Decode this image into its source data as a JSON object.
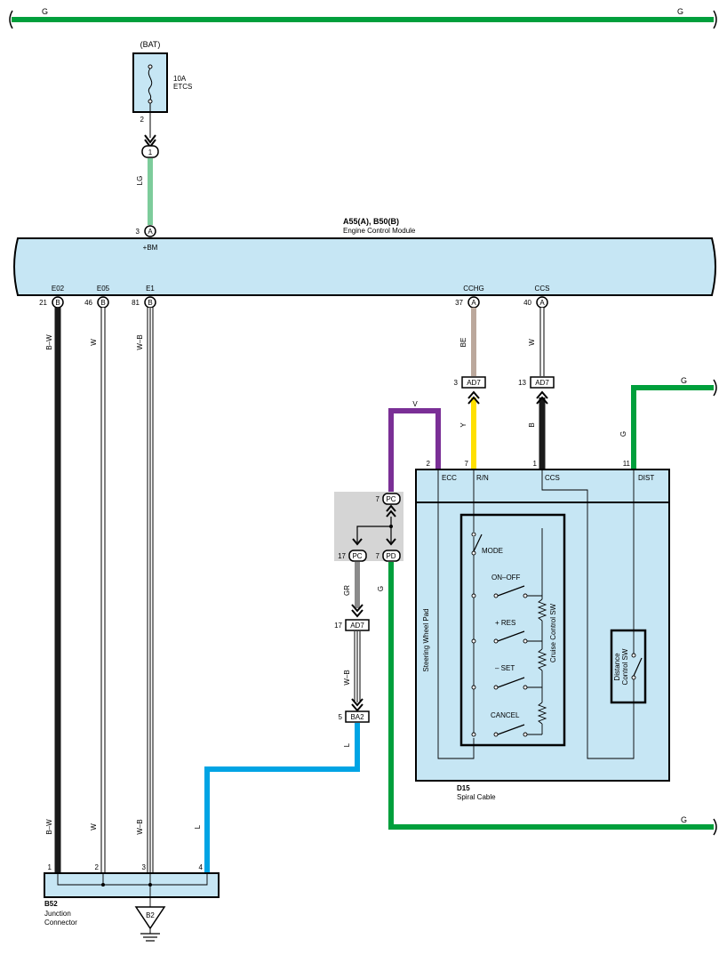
{
  "top_bus": {
    "left_label": "G",
    "right_label": "G"
  },
  "fuse": {
    "supply": "(BAT)",
    "rating": "10A",
    "name": "ETCS",
    "pin": "2"
  },
  "fuse_connector": {
    "pin": "1"
  },
  "wire_colors": {
    "LG": "LG",
    "BW": "B–W",
    "W": "W",
    "WB": "W–B",
    "BE": "BE",
    "Y": "Y",
    "B": "B",
    "V": "V",
    "G": "G",
    "GR": "GR",
    "L": "L"
  },
  "ecm": {
    "codes": "A55(A), B50(B)",
    "name": "Engine Control Module",
    "bm_pin": "3",
    "bm_conn": "A",
    "bm_label": "+BM",
    "terminals": [
      {
        "label": "E02",
        "pin": "21",
        "conn": "B"
      },
      {
        "label": "E05",
        "pin": "46",
        "conn": "B"
      },
      {
        "label": "E1",
        "pin": "81",
        "conn": "B"
      },
      {
        "label": "CCHG",
        "pin": "37",
        "conn": "A"
      },
      {
        "label": "CCS",
        "pin": "40",
        "conn": "A"
      }
    ]
  },
  "ad7_connectors": [
    {
      "pin": "3",
      "name": "AD7"
    },
    {
      "pin": "13",
      "name": "AD7"
    },
    {
      "pin": "17",
      "name": "AD7"
    }
  ],
  "splice": {
    "top": {
      "pin": "7",
      "name": "PC"
    },
    "left": {
      "pin": "17",
      "name": "PC"
    },
    "right": {
      "pin": "7",
      "name": "PD"
    }
  },
  "ba2": {
    "pin": "5",
    "name": "BA2"
  },
  "spiral": {
    "code": "D15",
    "name": "Spiral Cable",
    "pins": [
      {
        "pin": "2",
        "label": "ECC"
      },
      {
        "pin": "7",
        "label": "R/N"
      },
      {
        "pin": "1",
        "label": "CCS"
      },
      {
        "pin": "11",
        "label": "DIST"
      }
    ],
    "pad_label": "Steering Wheel Pad",
    "cruise_label": "Cruise Control SW",
    "distance_label_1": "Distance",
    "distance_label_2": "Control SW",
    "switches": [
      "MODE",
      "ON–OFF",
      "+ RES",
      "– SET",
      "CANCEL"
    ]
  },
  "right_bus": {
    "label_1": "G",
    "label_2": "G"
  },
  "junction": {
    "code": "B52",
    "name_1": "Junction",
    "name_2": "Connector",
    "pins": [
      "1",
      "2",
      "3",
      "4"
    ],
    "ground": "B2"
  },
  "colors": {
    "green": "#009f3c",
    "light_green": "#7dcc9b",
    "black": "#1a1a1a",
    "tan": "#bba89c",
    "yellow": "#ffe000",
    "violet": "#7a2f96",
    "gray": "#8b8b8b",
    "blue": "#00a4e4",
    "module_fill": "#c6e6f4",
    "splice_fill": "#d5d5d5"
  }
}
